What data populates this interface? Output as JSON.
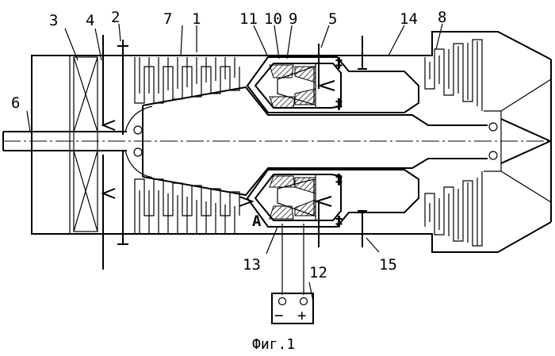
{
  "figure": {
    "caption": "Фиг.1",
    "labels": {
      "l1": "1",
      "l2": "2",
      "l3": "3",
      "l4": "4",
      "l5": "5",
      "l6": "6",
      "l7": "7",
      "l8": "8",
      "l9": "9",
      "l10": "10",
      "l11": "11",
      "l12": "12",
      "l13": "13",
      "l14": "14",
      "l15": "15"
    },
    "section_marker": "A",
    "battery": {
      "minus": "−",
      "plus": "+"
    }
  }
}
